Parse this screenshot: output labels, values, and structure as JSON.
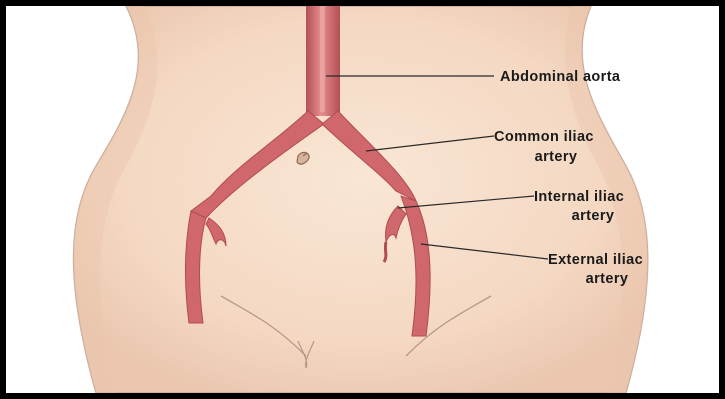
{
  "colors": {
    "frame": "#000000",
    "background": "#ffffff",
    "skin": "#f6ddc8",
    "skin_edge": "#c9ab98",
    "artery": "#d06a6e",
    "artery_dark": "#b44f55",
    "artery_highlight": "#ec9fa0",
    "leader_line": "#2a2a2a",
    "label_text": "#1a1a1a"
  },
  "labels": {
    "abdominal_aorta": {
      "line1": "Abdominal aorta"
    },
    "common_iliac": {
      "line1": "Common iliac",
      "line2": "artery"
    },
    "internal_iliac": {
      "line1": "Internal iliac",
      "line2": "artery"
    },
    "external_iliac": {
      "line1": "External iliac",
      "line2": "artery"
    }
  }
}
